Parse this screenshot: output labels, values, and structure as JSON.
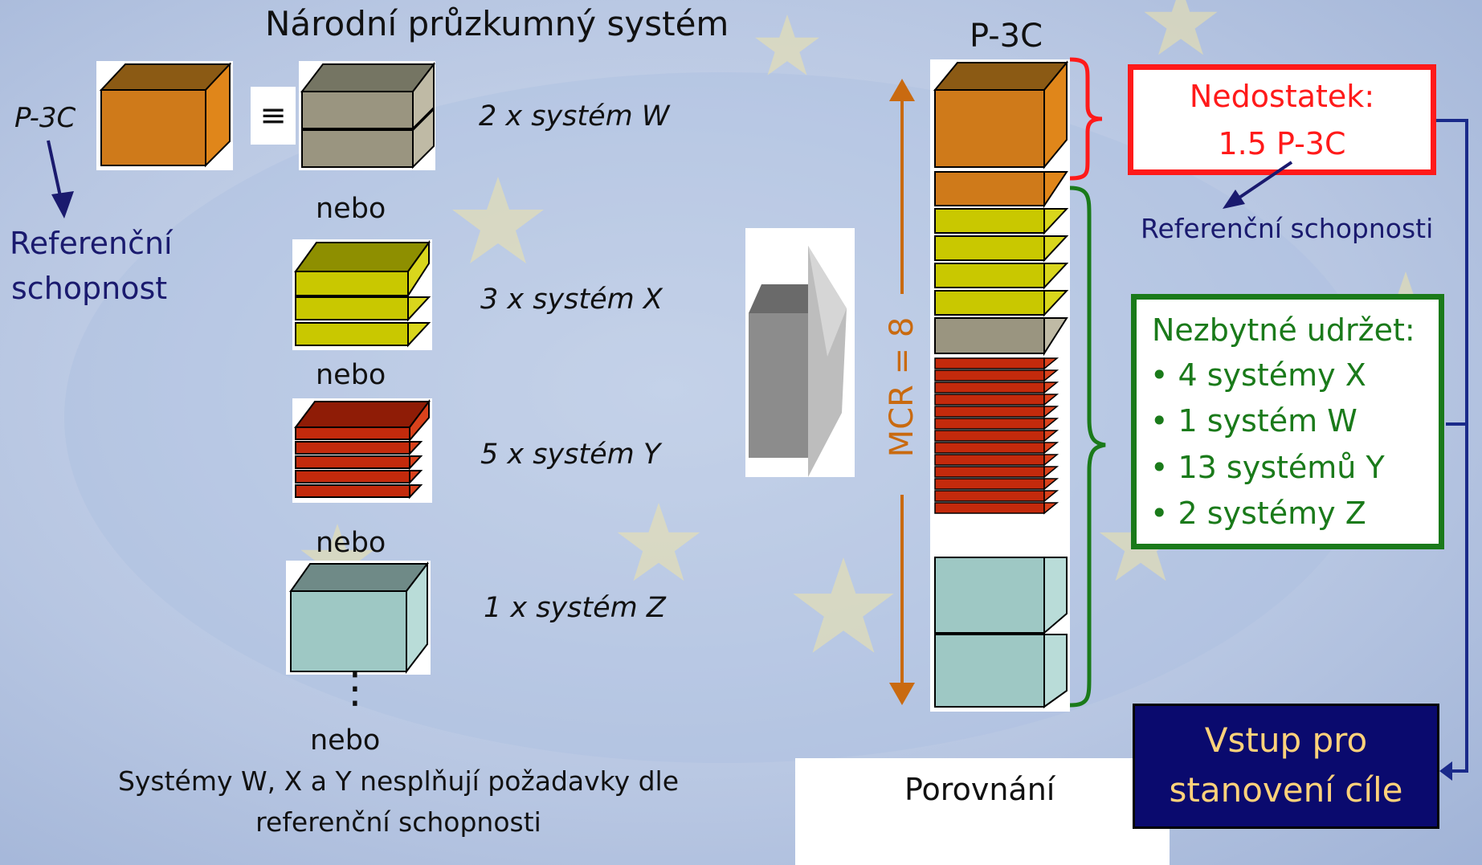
{
  "title": "Národní průzkumný systém",
  "left": {
    "reference_label": "P-3C",
    "reference_caption_line1": "Referenční",
    "reference_caption_line2": "schopnost",
    "equiv_symbol": "≡",
    "or_label": "nebo",
    "systems": [
      {
        "label": "2 x systém W",
        "color": "#9a9580"
      },
      {
        "label": "3 x systém X",
        "color": "#c9c800"
      },
      {
        "label": "5 x systém Y",
        "color": "#c32a0c"
      },
      {
        "label": "1 x systém Z",
        "color": "#9ec8c4"
      }
    ],
    "ellipsis": "⋮",
    "footnote_line1": "Systémy W, X a Y nesplňují požadavky dle",
    "footnote_line2": "referenční schopnosti"
  },
  "comparison": {
    "label": "Porovnání"
  },
  "stack": {
    "title": "P-3C",
    "mcr_label": "MCR = 8",
    "reference_color": "#cf7a1a",
    "composition": [
      {
        "system": "P-3C",
        "count": 1.5
      },
      {
        "system": "X",
        "count": 4
      },
      {
        "system": "W",
        "count": 1
      },
      {
        "system": "Y",
        "count": 13
      },
      {
        "system": "Z",
        "count": 2
      }
    ]
  },
  "shortfall": {
    "title": "Nedostatek:",
    "value": "1.5 P-3C",
    "caption": "Referenční schopnosti",
    "color": "#ff1a1a"
  },
  "retain": {
    "title": "Nezbytné udržet:",
    "items": [
      "4 systémy X",
      "1 systém W",
      "13 systémů Y",
      "2 systémy Z"
    ],
    "color": "#1a7a1a"
  },
  "output": {
    "line1": "Vstup pro",
    "line2": "stanovení cíle",
    "bg_color": "#0a0a6e",
    "text_color": "#ffd27a"
  },
  "colors": {
    "text_dark": "#111111",
    "text_navy": "#1a1a6e",
    "mcr_orange": "#c96a10",
    "connector": "#1a2a8a"
  }
}
